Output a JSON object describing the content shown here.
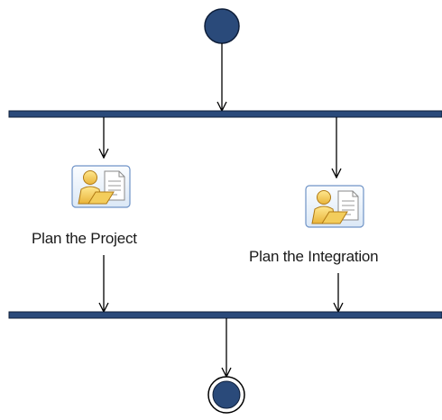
{
  "diagram": {
    "type": "activity-diagram",
    "colors": {
      "node_fill": "#2a4a7a",
      "node_stroke": "#0f1f3a",
      "bar_fill": "#2a4a7a",
      "arrow": "#000000",
      "icon_person": "#f0c84a",
      "icon_document": "#ffffff"
    },
    "nodes": {
      "initial": {
        "kind": "initial-node"
      },
      "fork": {
        "kind": "fork-bar"
      },
      "join": {
        "kind": "join-bar"
      },
      "final": {
        "kind": "activity-final-node"
      }
    },
    "activities": [
      {
        "id": "plan-project",
        "label": "Plan the Project",
        "icon": "task-person-document-icon"
      },
      {
        "id": "plan-integration",
        "label": "Plan the Integration",
        "icon": "task-person-document-icon"
      }
    ]
  }
}
